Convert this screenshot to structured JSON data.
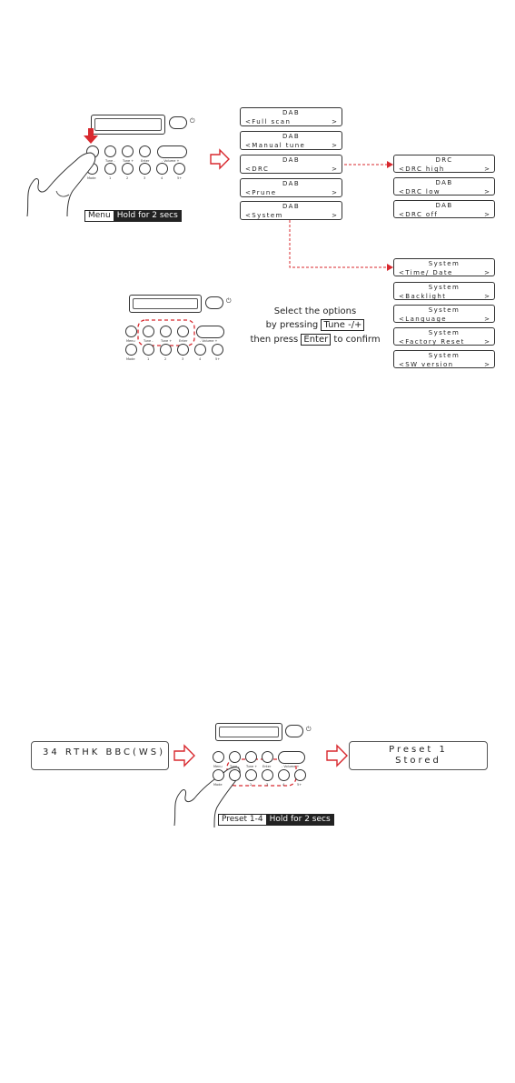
{
  "menu_section": {
    "tag_key": "Menu",
    "tag_text": "Hold for 2 secs",
    "dab_screens": [
      {
        "line1": "DAB",
        "line2": "<Full scan"
      },
      {
        "line1": "DAB",
        "line2": "<Manual tune"
      },
      {
        "line1": "DAB",
        "line2": "<DRC"
      },
      {
        "line1": "DAB",
        "line2": "<Prune"
      },
      {
        "line1": "DAB",
        "line2": "<System"
      }
    ],
    "drc_screens": [
      {
        "line1": "DRC",
        "line2": "<DRC high"
      },
      {
        "line1": "DAB",
        "line2": "<DRC low"
      },
      {
        "line1": "DAB",
        "line2": "<DRC off"
      }
    ],
    "system_screens": [
      {
        "line1": "System",
        "line2": "<Time/ Date"
      },
      {
        "line1": "System",
        "line2": "<Backlight"
      },
      {
        "line1": "System",
        "line2": "<Language"
      },
      {
        "line1": "System",
        "line2": "<Factory Reset"
      },
      {
        "line1": "System",
        "line2": "<SW version"
      }
    ],
    "chevron": ">",
    "instructions": {
      "line1": "Select the options",
      "line2_pre": "by pressing",
      "line2_key": "Tune -/+",
      "line3_pre": "then press",
      "line3_key": "Enter",
      "line3_post": "to confirm"
    }
  },
  "panel_labels": {
    "top_row": [
      "Menu",
      "Tune -",
      "Tune +",
      "Enter",
      "- Volume +"
    ],
    "bottom_row": [
      "Mode",
      "1",
      "2",
      "3",
      "4",
      "5+"
    ],
    "power_symbol": "⏻"
  },
  "preset_section": {
    "station_display": "34 RTHK BBC(WS)",
    "result_line1": "Preset 1",
    "result_line2": "Stored",
    "tag_key": "Preset 1-4",
    "tag_text": "Hold for 2 secs"
  },
  "colors": {
    "accent_red": "#d8282e",
    "ink": "#222222"
  }
}
